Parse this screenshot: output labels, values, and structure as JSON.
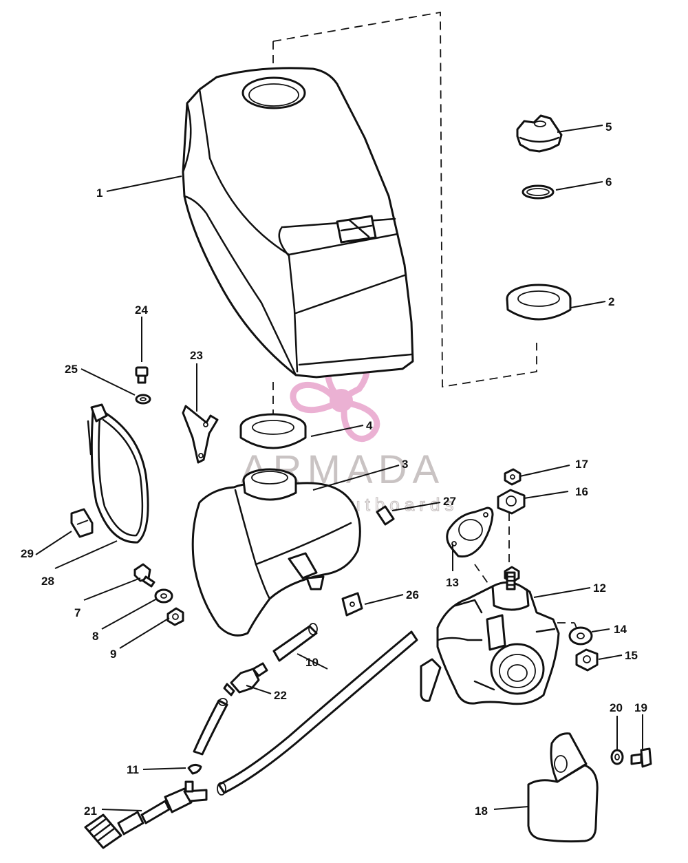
{
  "diagram": {
    "watermark": {
      "brand": "ARMADA",
      "tagline": "marine outboards",
      "logo_icon": "propeller-logo-icon",
      "logo_color": "#e8a4cc",
      "text_color": "#c9c3c3"
    },
    "callouts": [
      {
        "id": "1",
        "label": "1"
      },
      {
        "id": "2",
        "label": "2"
      },
      {
        "id": "3",
        "label": "3"
      },
      {
        "id": "4",
        "label": "4"
      },
      {
        "id": "5",
        "label": "5"
      },
      {
        "id": "6",
        "label": "6"
      },
      {
        "id": "7",
        "label": "7"
      },
      {
        "id": "8",
        "label": "8"
      },
      {
        "id": "9",
        "label": "9"
      },
      {
        "id": "10",
        "label": "10"
      },
      {
        "id": "11",
        "label": "11"
      },
      {
        "id": "12",
        "label": "12"
      },
      {
        "id": "13",
        "label": "13"
      },
      {
        "id": "14",
        "label": "14"
      },
      {
        "id": "15",
        "label": "15"
      },
      {
        "id": "16",
        "label": "16"
      },
      {
        "id": "17",
        "label": "17"
      },
      {
        "id": "18",
        "label": "18"
      },
      {
        "id": "19",
        "label": "19"
      },
      {
        "id": "20",
        "label": "20"
      },
      {
        "id": "21",
        "label": "21"
      },
      {
        "id": "22",
        "label": "22"
      },
      {
        "id": "23",
        "label": "23"
      },
      {
        "id": "24",
        "label": "24"
      },
      {
        "id": "25",
        "label": "25"
      },
      {
        "id": "26",
        "label": "26"
      },
      {
        "id": "27",
        "label": "27"
      },
      {
        "id": "28",
        "label": "28"
      },
      {
        "id": "29",
        "label": "29"
      }
    ]
  }
}
